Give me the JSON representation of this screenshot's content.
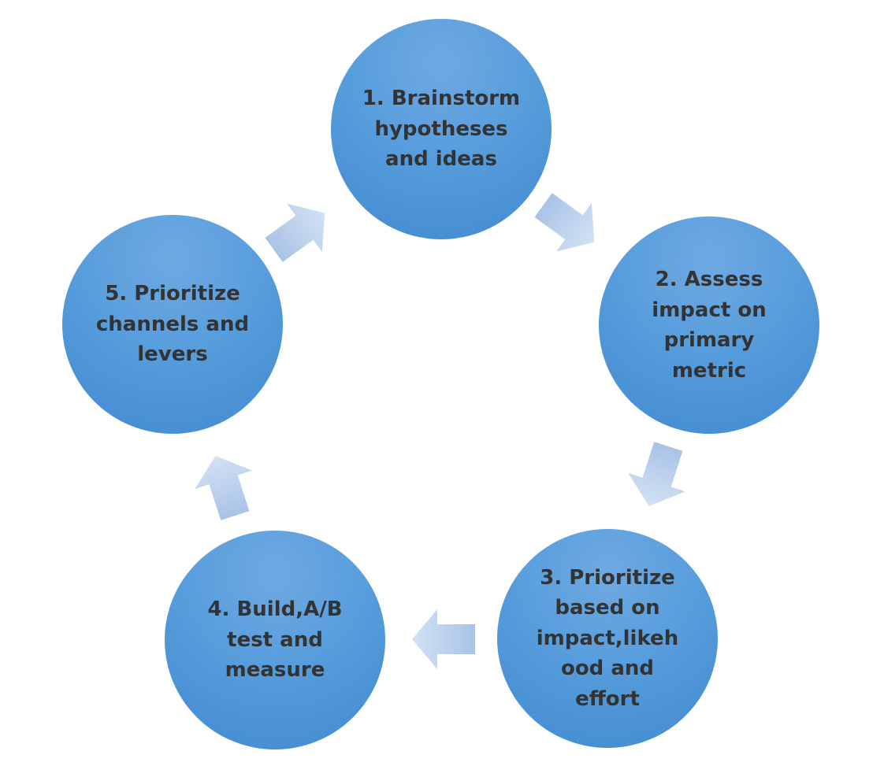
{
  "diagram": {
    "nodes": [
      {
        "id": "step-1",
        "label": "1. Brainstorm\nhypotheses\nand ideas"
      },
      {
        "id": "step-2",
        "label": "2. Assess\nimpact on\nprimary\nmetric"
      },
      {
        "id": "step-3",
        "label": "3. Prioritize\nbased on\nimpact,likeh\nood and\neffort"
      },
      {
        "id": "step-4",
        "label": "4. Build,A/B\ntest and\nmeasure"
      },
      {
        "id": "step-5",
        "label": "5. Prioritize\nchannels and\nlevers"
      }
    ],
    "edges": [
      {
        "from": "step-1",
        "to": "step-2"
      },
      {
        "from": "step-2",
        "to": "step-3"
      },
      {
        "from": "step-3",
        "to": "step-4"
      },
      {
        "from": "step-4",
        "to": "step-5"
      },
      {
        "from": "step-5",
        "to": "step-1"
      }
    ],
    "colors": {
      "node_fill": "#579ddc",
      "node_text": "#333333",
      "arrow_fill": "#b8cfea"
    }
  }
}
